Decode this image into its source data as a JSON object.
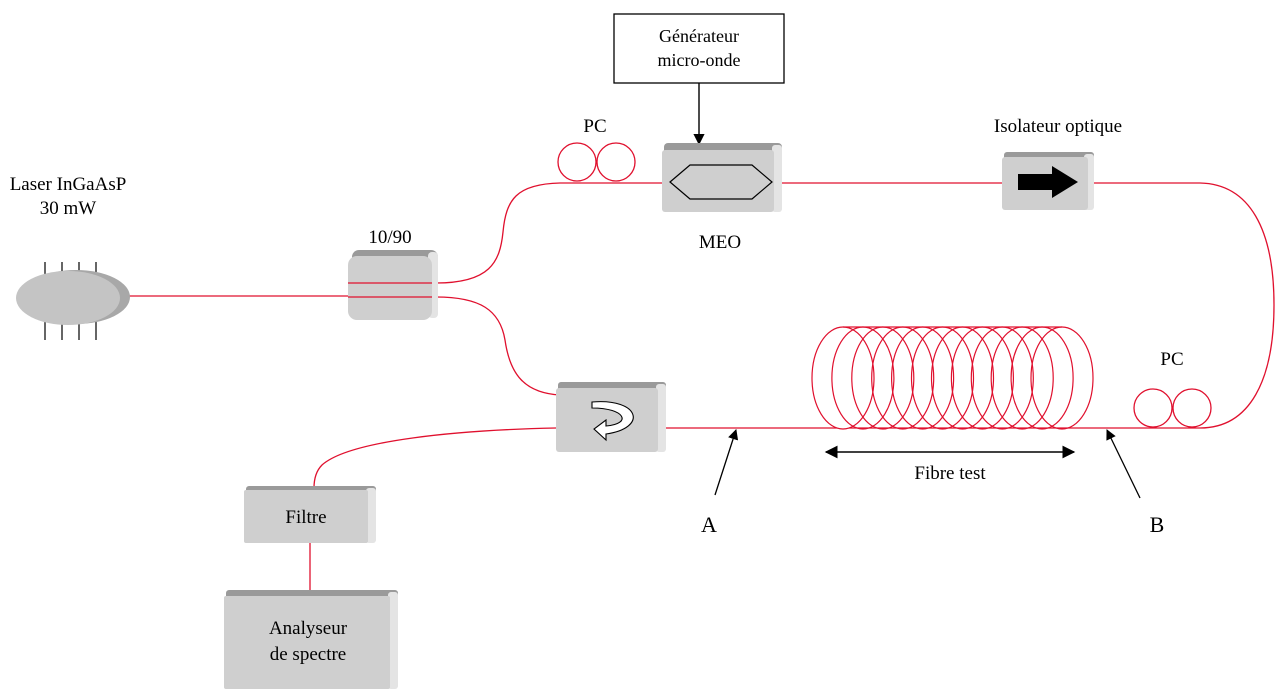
{
  "labels": {
    "laser_line1": "Laser InGaAsP",
    "laser_line2": "30 mW",
    "coupler": "10/90",
    "pc_top": "PC",
    "generator_line1": "Générateur",
    "generator_line2": "micro-onde",
    "meo": "MEO",
    "isolator": "Isolateur optique",
    "pc_right": "PC",
    "fibre_test": "Fibre test",
    "point_a": "A",
    "point_b": "B",
    "filter": "Filtre",
    "analyzer_line1": "Analyseur",
    "analyzer_line2": "de spectre"
  },
  "colors": {
    "fiber": "#e0102e",
    "box_face": "#cfcfcf",
    "box_top": "#9a9a9a",
    "box_side": "#e4e4e4",
    "text": "#000000"
  },
  "fibre_spool_turns": 12
}
